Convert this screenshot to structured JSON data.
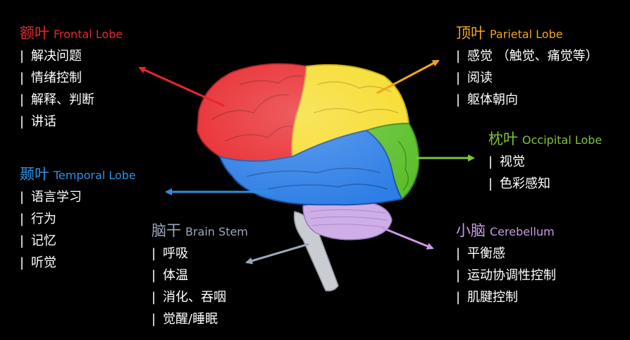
{
  "colors": {
    "frontal": "#e8262b",
    "temporal": "#2f8fe0",
    "brainstem": "#9aa7b8",
    "parietal": "#f0a51c",
    "occipital": "#7ec43c",
    "cerebellum": "#c79ae6"
  },
  "frontal": {
    "title_zh": "额叶",
    "title_en": "Frontal Lobe",
    "items": [
      "解决问题",
      "情绪控制",
      "解释、判断",
      "讲话"
    ]
  },
  "temporal": {
    "title_zh": "颞叶",
    "title_en": "Temporal Lobe",
    "items": [
      "语言学习",
      "行为",
      "记忆",
      "听觉"
    ]
  },
  "brainstem": {
    "title_zh": "脑干",
    "title_en": "Brain Stem",
    "items": [
      "呼吸",
      "体温",
      "消化、吞咽",
      "觉醒/睡眠"
    ]
  },
  "parietal": {
    "title_zh": "顶叶",
    "title_en": "Parietal Lobe",
    "items": [
      "感觉 （触觉、痛觉等）",
      "阅读",
      "躯体朝向"
    ]
  },
  "occipital": {
    "title_zh": "枕叶",
    "title_en": "Occipital Lobe",
    "items": [
      "视觉",
      "色彩感知"
    ]
  },
  "cerebellum": {
    "title_zh": "小脑",
    "title_en": "Cerebellum",
    "items": [
      "平衡感",
      "运动协调性控制",
      "肌腱控制"
    ]
  }
}
